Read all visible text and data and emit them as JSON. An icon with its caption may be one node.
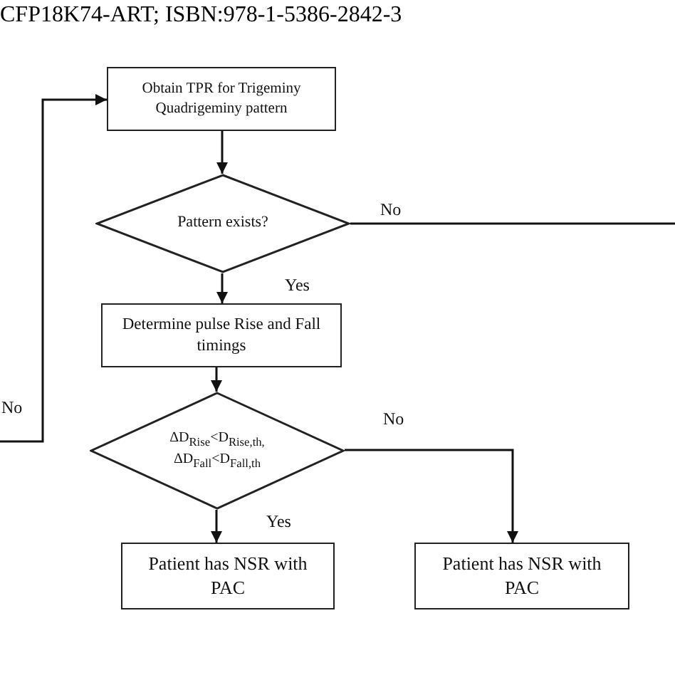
{
  "diagram": {
    "nodes": [
      {
        "text": [
          "Obtain TPR for Trigeminy Quadrigeminy pattern"
        ]
      },
      {
        "text": [
          "Pattern exists?"
        ]
      },
      {
        "text": [
          "Determine pulse Rise and Fall timings"
        ]
      },
      {
        "text": [
          "ΔD$_{Rise}$<D$_{Rise,th,}$",
          "ΔD$_{Fall}$<D$_{Fall,th}$"
        ]
      },
      {
        "text": [
          "Patient has NSR with PAC"
        ]
      },
      {
        "text": [
          "Patient has NSR with PAC"
        ]
      }
    ],
    "edges": [
      {
        "from": 0,
        "to": 1,
        "arrow": "to"
      },
      {
        "from": 1,
        "to": null,
        "arrow": "none",
        "label": "No"
      },
      {
        "from": 1,
        "to": 2,
        "arrow": "to",
        "label": "Yes"
      },
      {
        "from": 2,
        "to": 3,
        "arrow": "to"
      },
      {
        "from": 3,
        "to": 4,
        "arrow": "to",
        "label": "Yes"
      },
      {
        "from": 3,
        "to": 5,
        "arrow": "to",
        "label": "No"
      },
      {
        "from": null,
        "to": 0,
        "arrow": "to",
        "label": "No"
      }
    ],
    "labels": [
      "CFP18K74-ART; ISBN:978-1-5386-2842-3"
    ]
  }
}
